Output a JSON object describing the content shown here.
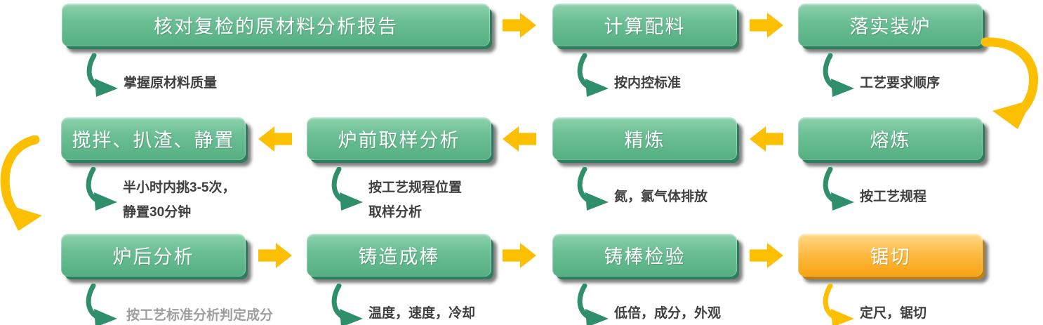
{
  "diagram_title": "production-process-flowchart",
  "colors": {
    "background": "#ffffff",
    "green_top": "#8ed2ae",
    "green_mid": "#6cbf95",
    "green_bottom": "#54af81",
    "green_bevel": "#2e7c5e",
    "orange_top": "#ffd98c",
    "orange_bottom": "#f7a312",
    "orange_bevel": "#bd7f13",
    "arrow_yellow": "#fcbf01",
    "swoosh_green": "#2e8f6a",
    "note_text": "#3f3f3f",
    "box_text": "#ffffff"
  },
  "steps": [
    {
      "id": "check-report",
      "label": "核对复检的原材料分析报告",
      "note": "掌握原材料质量"
    },
    {
      "id": "calculate-burden",
      "label": "计算配料",
      "note": "按内控标准"
    },
    {
      "id": "charge-furnace",
      "label": "落实装炉",
      "note": "工艺要求顺序"
    },
    {
      "id": "melting",
      "label": "熔炼",
      "note": "按工艺规程"
    },
    {
      "id": "refining",
      "label": "精炼",
      "note": "氮，氯气体排放"
    },
    {
      "id": "pre-furnace-sampling",
      "label": "炉前取样分析",
      "note": "按工艺规程位置",
      "note2": "取样分析"
    },
    {
      "id": "stir-skim-settle",
      "label": "搅拌、扒渣、静置",
      "note": "半小时内挑3-5次，",
      "note2": "静置30分钟"
    },
    {
      "id": "post-furnace-analysis",
      "label": "炉后分析",
      "note": "按工艺标准分析判定成分"
    },
    {
      "id": "cast-rod",
      "label": "铸造成棒",
      "note": "温度，速度，冷却"
    },
    {
      "id": "rod-inspection",
      "label": "铸棒检验",
      "note": "低倍，成分，外观"
    },
    {
      "id": "sawing",
      "label": "锯切",
      "note": "定尺，锯切"
    }
  ]
}
